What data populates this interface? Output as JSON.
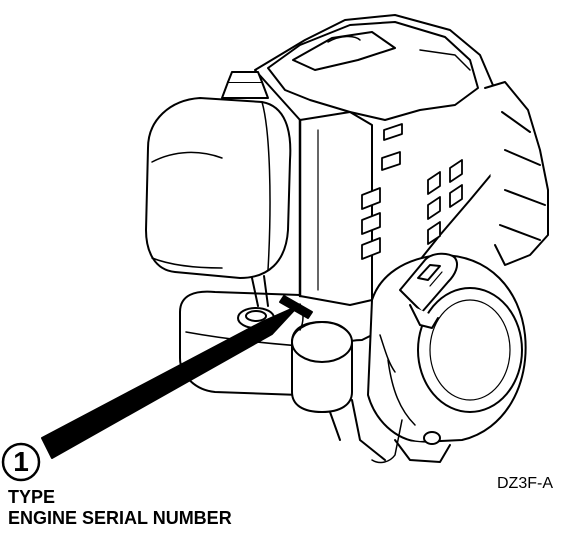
{
  "callout": {
    "number": "1",
    "labels": [
      "TYPE",
      "ENGINE SERIAL NUMBER"
    ]
  },
  "figure": {
    "code": "DZ3F-A"
  },
  "colors": {
    "line": "#000000",
    "background": "#ffffff"
  },
  "icons": {
    "engine": "engine-illustration",
    "pointer": "arrow-pointer"
  }
}
